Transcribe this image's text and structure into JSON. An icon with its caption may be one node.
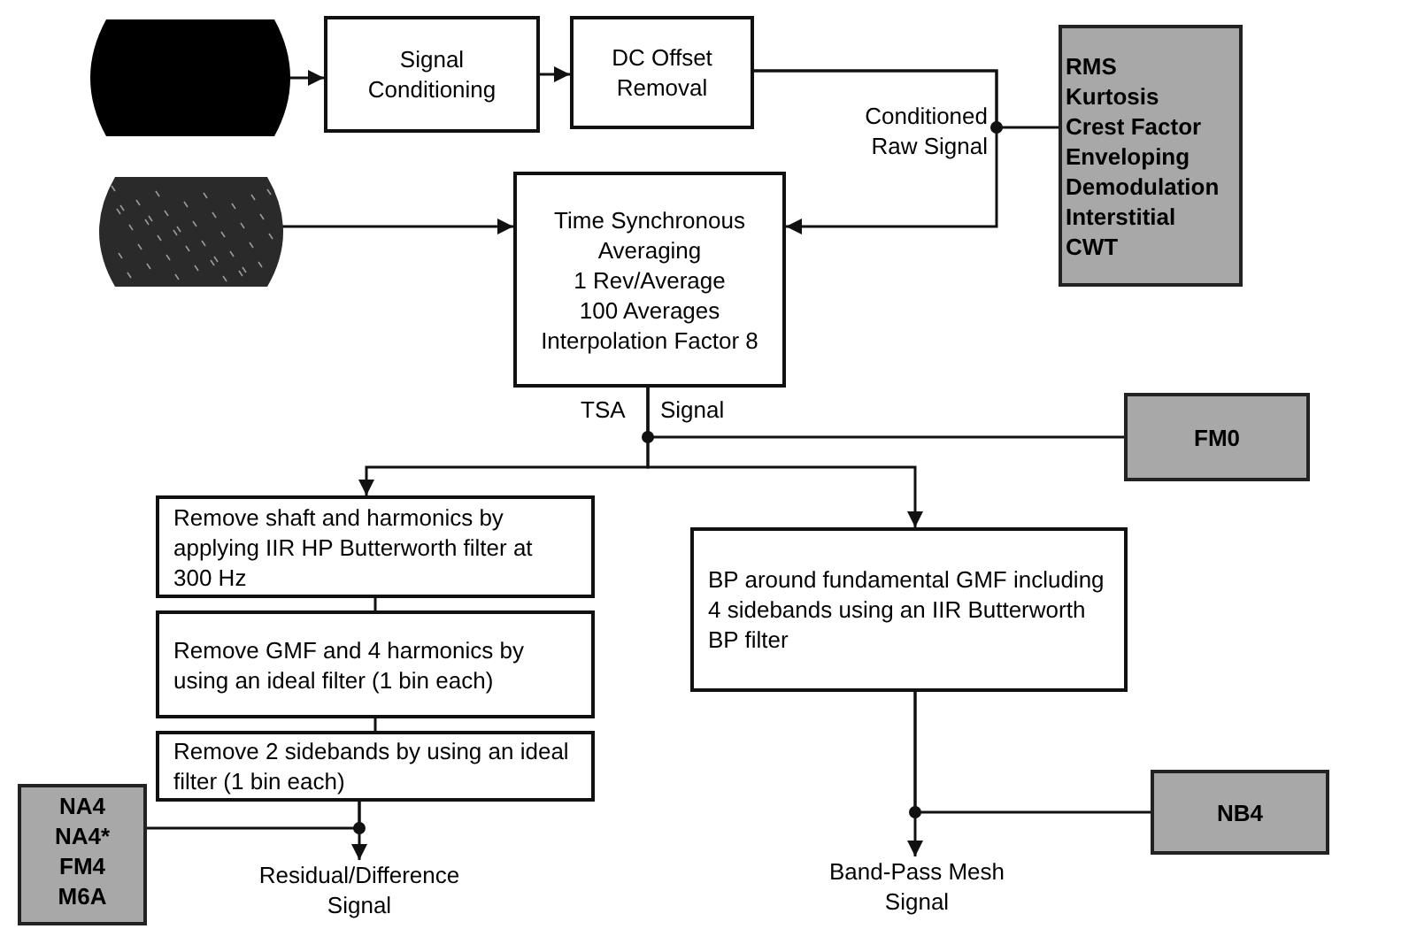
{
  "diagram": {
    "nodes": [
      {
        "text": [],
        "shape": "drum"
      },
      {
        "text": [
          "Signal Conditioning"
        ]
      },
      {
        "text": [
          "DC Offset Removal"
        ]
      },
      {
        "text": [],
        "shape": "drum"
      },
      {
        "text": [
          "Time Synchronous Averaging",
          "1 Rev/Average",
          "100 Averages",
          "Interpolation Factor 8"
        ]
      },
      {
        "text": [
          "RMS",
          "Kurtosis",
          "Crest Factor",
          "Enveloping",
          "Demodulation",
          "Interstitial",
          "CWT"
        ]
      },
      {
        "text": [
          "FM0"
        ]
      },
      {
        "text": [
          "Remove shaft and harmonics by applying IIR HP Butterworth filter at 300 Hz"
        ]
      },
      {
        "text": [
          "Remove GMF and 4 harmonics by using an ideal filter (1 bin each)"
        ]
      },
      {
        "text": [
          "Remove 2 sidebands by using an ideal filter (1 bin each)"
        ]
      },
      {
        "text": [
          "BP around fundamental GMF including 4 sidebands using an IIR Butterworth BP filter"
        ]
      },
      {
        "text": [
          "NB4"
        ]
      },
      {
        "text": [
          "NA4",
          "NA4*",
          "FM4",
          "M6A"
        ]
      },
      {
        "text": [
          "Residual/Difference Signal"
        ]
      },
      {
        "text": [
          "Band-Pass Mesh Signal"
        ]
      }
    ],
    "edges": [
      {
        "from": 0,
        "to": 1,
        "arrow": "to"
      },
      {
        "from": 1,
        "to": 2,
        "arrow": "to"
      },
      {
        "from": 2,
        "to": 4,
        "arrow": "to",
        "label": "Conditioned Raw Signal"
      },
      {
        "from": 2,
        "to": 5,
        "arrow": "none"
      },
      {
        "from": 3,
        "to": 4,
        "arrow": "to"
      },
      {
        "from": 4,
        "to": 7,
        "arrow": "to"
      },
      {
        "from": 4,
        "to": 10,
        "arrow": "to"
      },
      {
        "from": 4,
        "to": 6,
        "arrow": "none"
      },
      {
        "from": 7,
        "to": 8,
        "arrow": "none"
      },
      {
        "from": 8,
        "to": 9,
        "arrow": "none"
      },
      {
        "from": 9,
        "to": 13,
        "arrow": "to"
      },
      {
        "from": 9,
        "to": 12,
        "arrow": "none"
      },
      {
        "from": 10,
        "to": 14,
        "arrow": "to"
      },
      {
        "from": 10,
        "to": 11,
        "arrow": "none"
      }
    ],
    "labels": [
      "TSA",
      "Signal"
    ]
  }
}
